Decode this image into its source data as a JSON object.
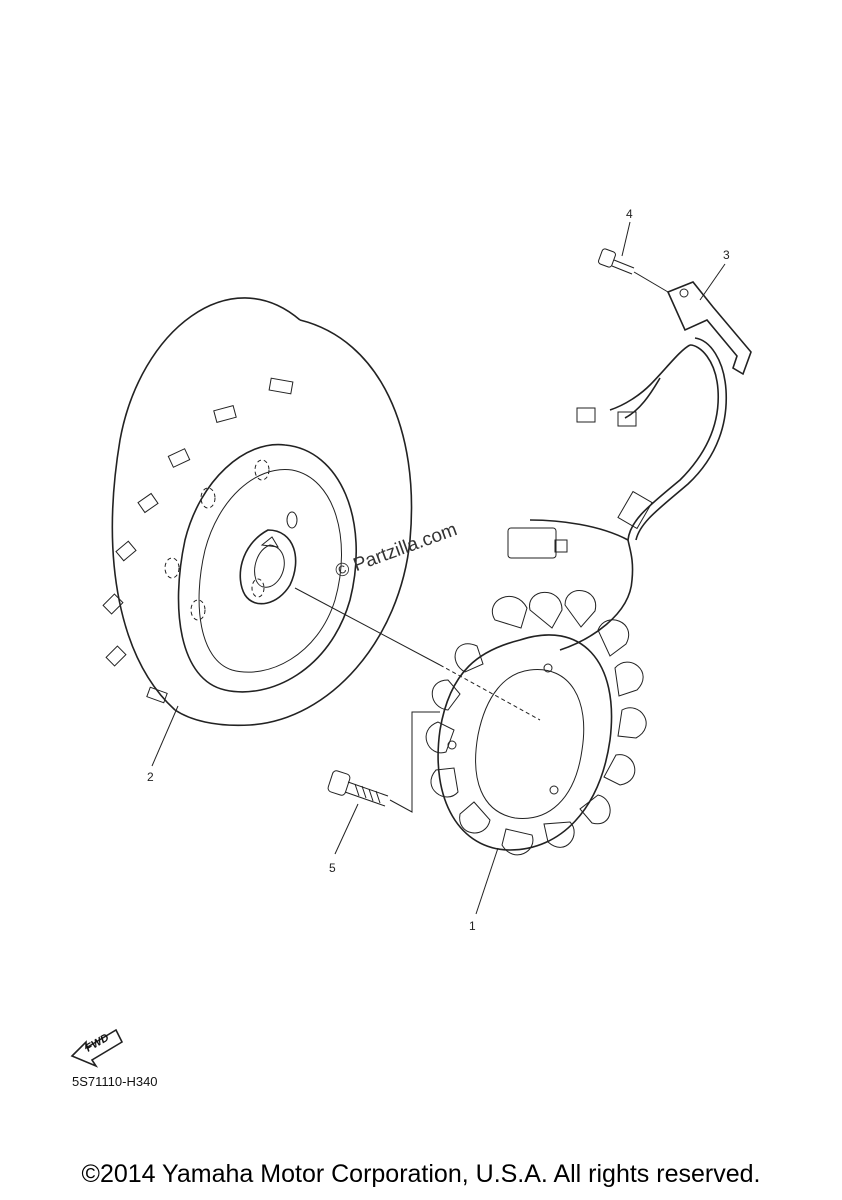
{
  "diagram": {
    "callouts": [
      {
        "id": "1",
        "text": "1"
      },
      {
        "id": "2",
        "text": "2"
      },
      {
        "id": "3",
        "text": "3"
      },
      {
        "id": "4",
        "text": "4"
      },
      {
        "id": "5",
        "text": "5"
      }
    ],
    "watermark": "© Partzilla.com",
    "fwd_label": "FWD",
    "diagram_code": "5S71110-H340"
  },
  "footer": {
    "copyright": "©2014 Yamaha Motor Corporation, U.S.A. All rights reserved."
  }
}
